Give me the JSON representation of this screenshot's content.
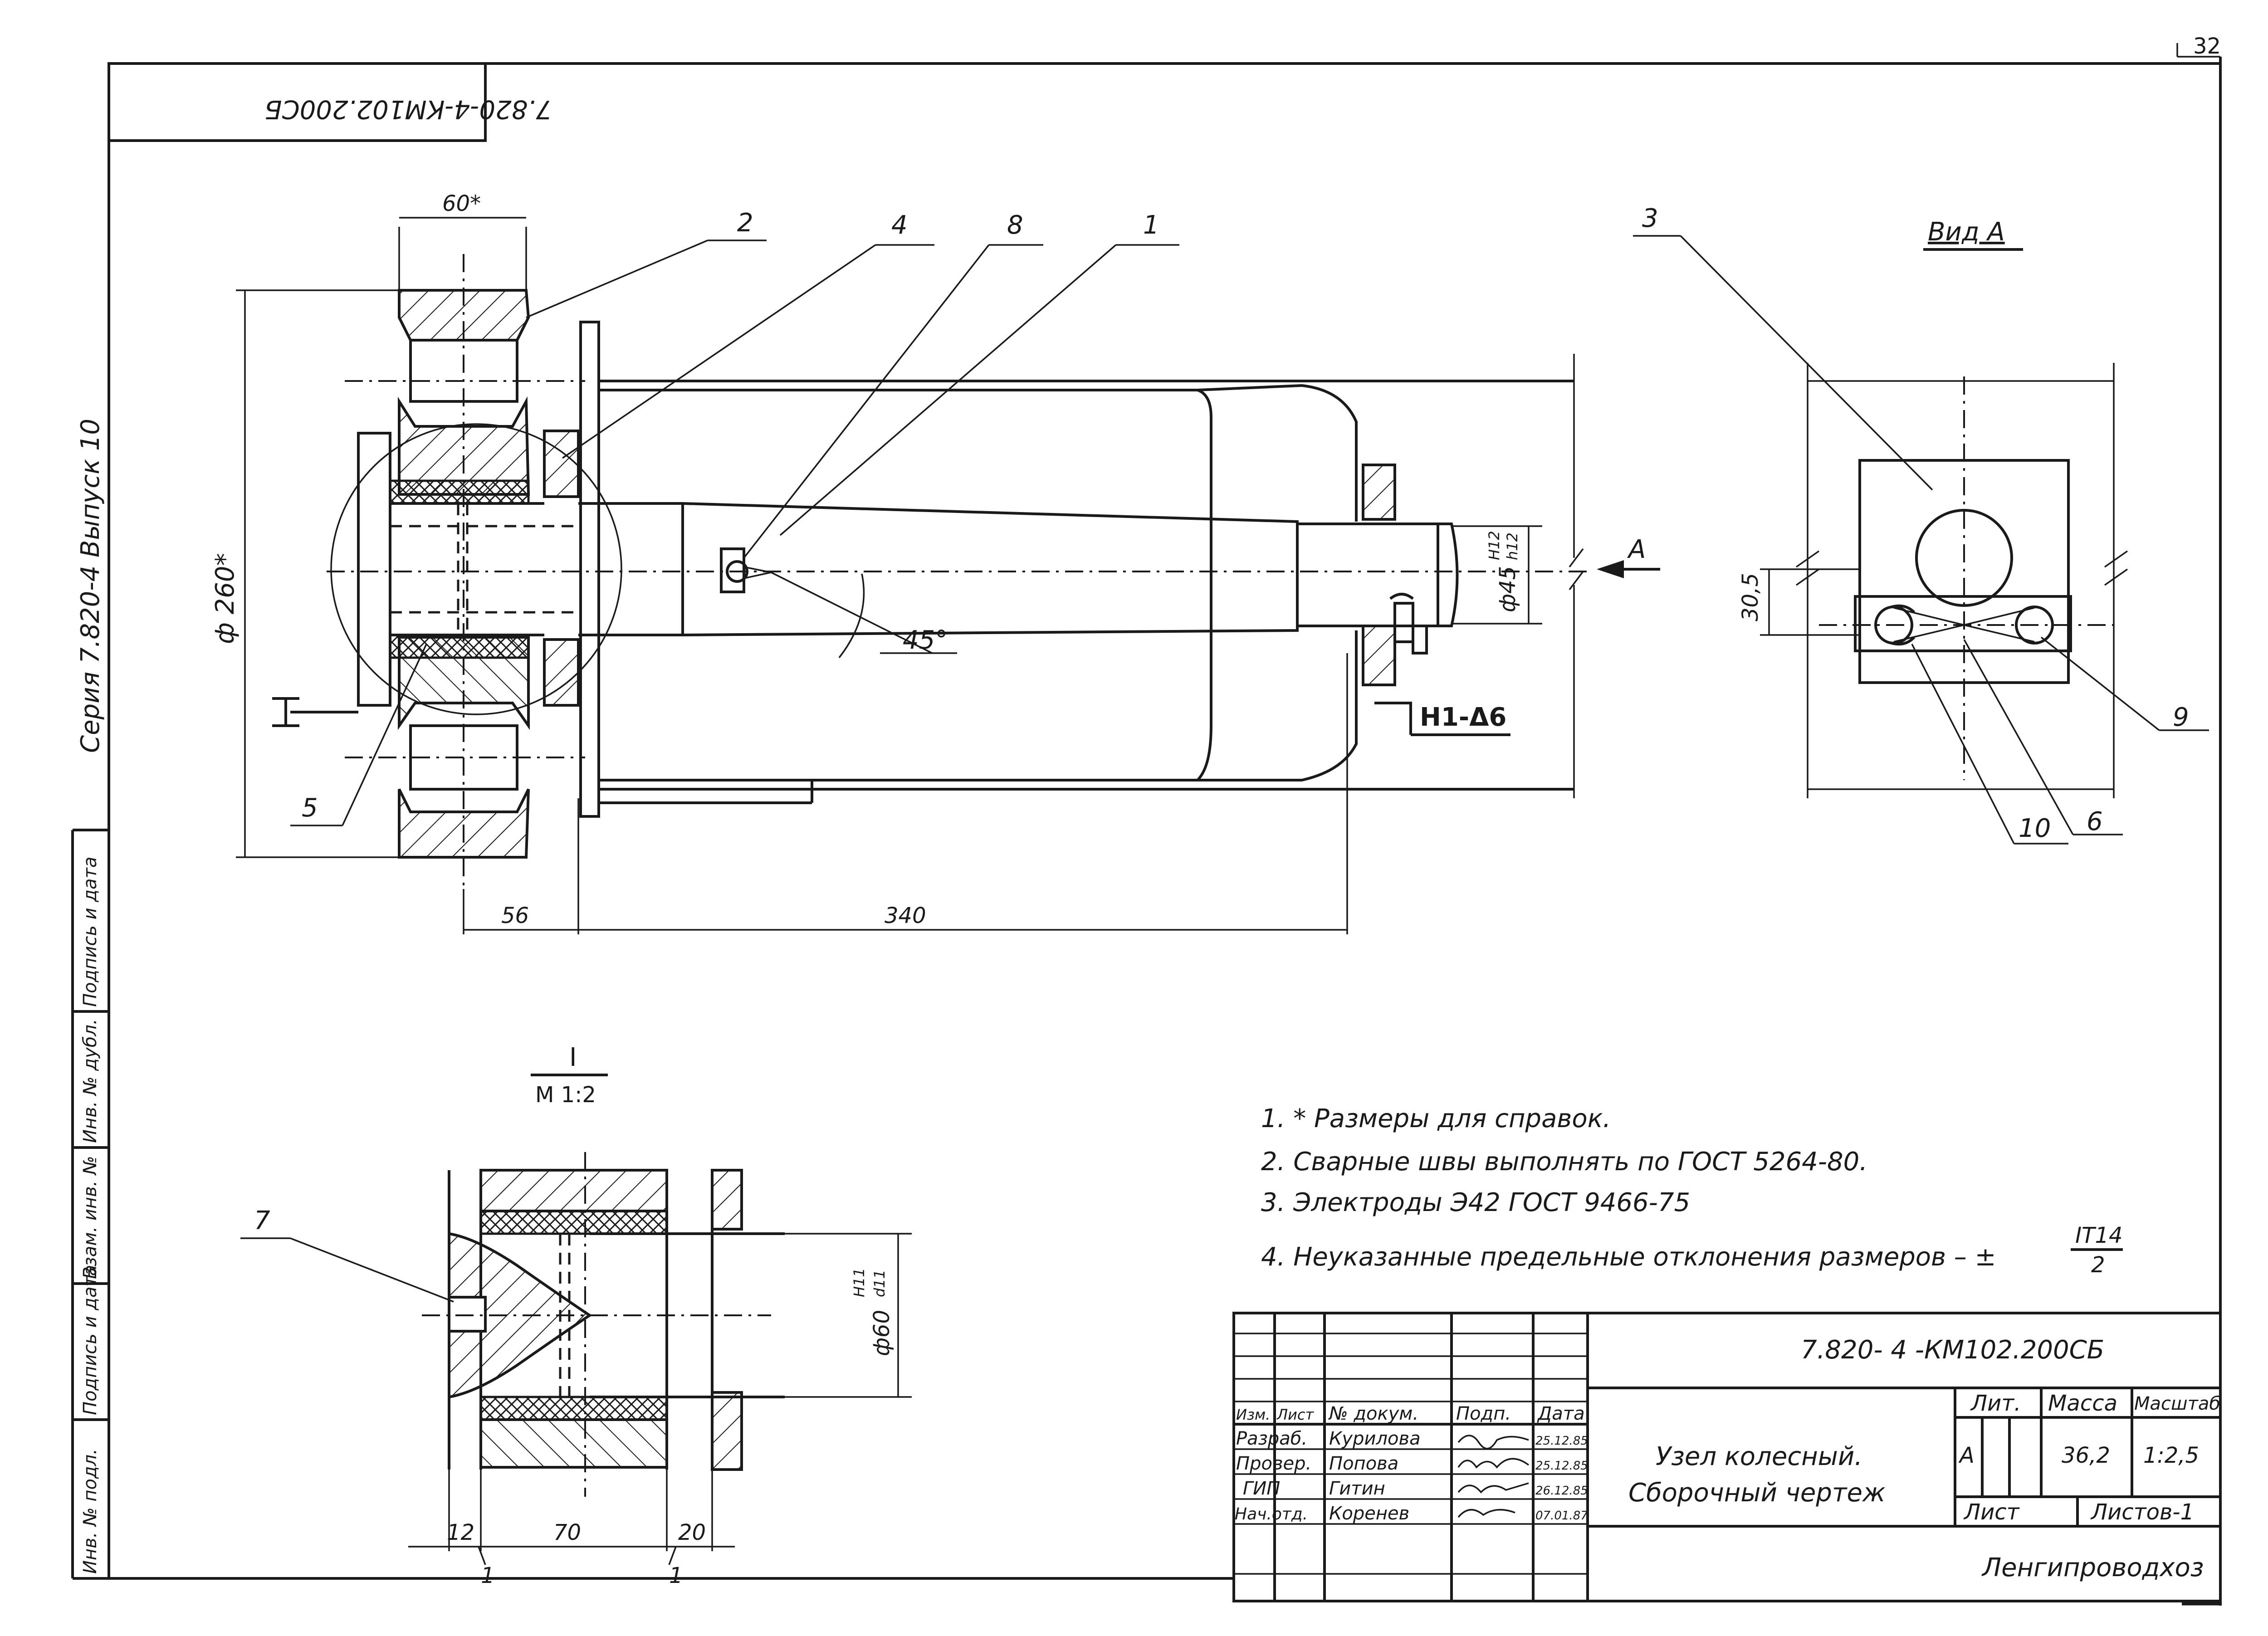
{
  "page_number": "32",
  "corner_stamp": "7.820-4-КМ102.200СБ",
  "series_label": "Серия  7.820-4    Выпуск 10",
  "left_stamp_columns": [
    "Инв. № подл.",
    "Подпись и дата",
    "Взам. инв. №",
    "Инв. № дубл.",
    "Подпись и дата"
  ],
  "callouts": {
    "c1": "1",
    "c2": "2",
    "c3": "3",
    "c4": "4",
    "c5": "5",
    "c6": "6",
    "c7": "7",
    "c8": "8",
    "c9": "9",
    "c10": "10"
  },
  "dimensions": {
    "d60": "60*",
    "d260": "ф 260*",
    "d56": "56",
    "d340": "340",
    "d45": "ф45 H12/h12",
    "d45_num": "ф45",
    "d45_fit": "H12",
    "d45_fit2": "h12",
    "angle": "45°",
    "weld": "Н1-Δ6",
    "d305": "30,5",
    "d60b": "ф60",
    "d60b_fit": "H11",
    "d60b_fit2": "d11",
    "d12": "12",
    "d70": "70",
    "d20": "20",
    "d1a": "1",
    "d1b": "1"
  },
  "view_a_label": "Вид А",
  "arrow_a": "А",
  "section_label": "I",
  "section_scale": "М 1:2",
  "section_mark": "I",
  "notes": [
    "1. * Размеры для справок.",
    "2. Сварные швы выполнять  по  ГОСТ 5264-80.",
    "3. Электроды Э42  ГОСТ 9466-75",
    "4. Неуказанные предельные отклонения размеров – ±"
  ],
  "note4_frac_num": "IT14",
  "note4_frac_den": "2",
  "title_block": {
    "doc_code": "7.820- 4  -КМ102.200СБ",
    "title_line1": "Узел колесный.",
    "title_line2": "Сборочный чертеж",
    "col_headers": [
      "Изм.",
      "Лист",
      "№ докум.",
      "Подп.",
      "Дата"
    ],
    "rows": [
      {
        "role": "Разраб.",
        "name": "Курилова",
        "date": "25.12.85"
      },
      {
        "role": "Провер.",
        "name": "Попова",
        "date": "25.12.85"
      },
      {
        "role": "ГИП",
        "name": "Гитин",
        "date": "26.12.85"
      },
      {
        "role": "Нач.отд.",
        "name": "Коренев",
        "date": "07.01.87"
      }
    ],
    "lit_label": "Лит.",
    "mass_label": "Масса",
    "scale_label": "Масштаб",
    "lit_value": "А",
    "mass_value": "36,2",
    "scale_value": "1:2,5",
    "sheet_label": "Лист",
    "sheets_label": "Листов-1",
    "organization": "Ленгипроводхоз"
  }
}
